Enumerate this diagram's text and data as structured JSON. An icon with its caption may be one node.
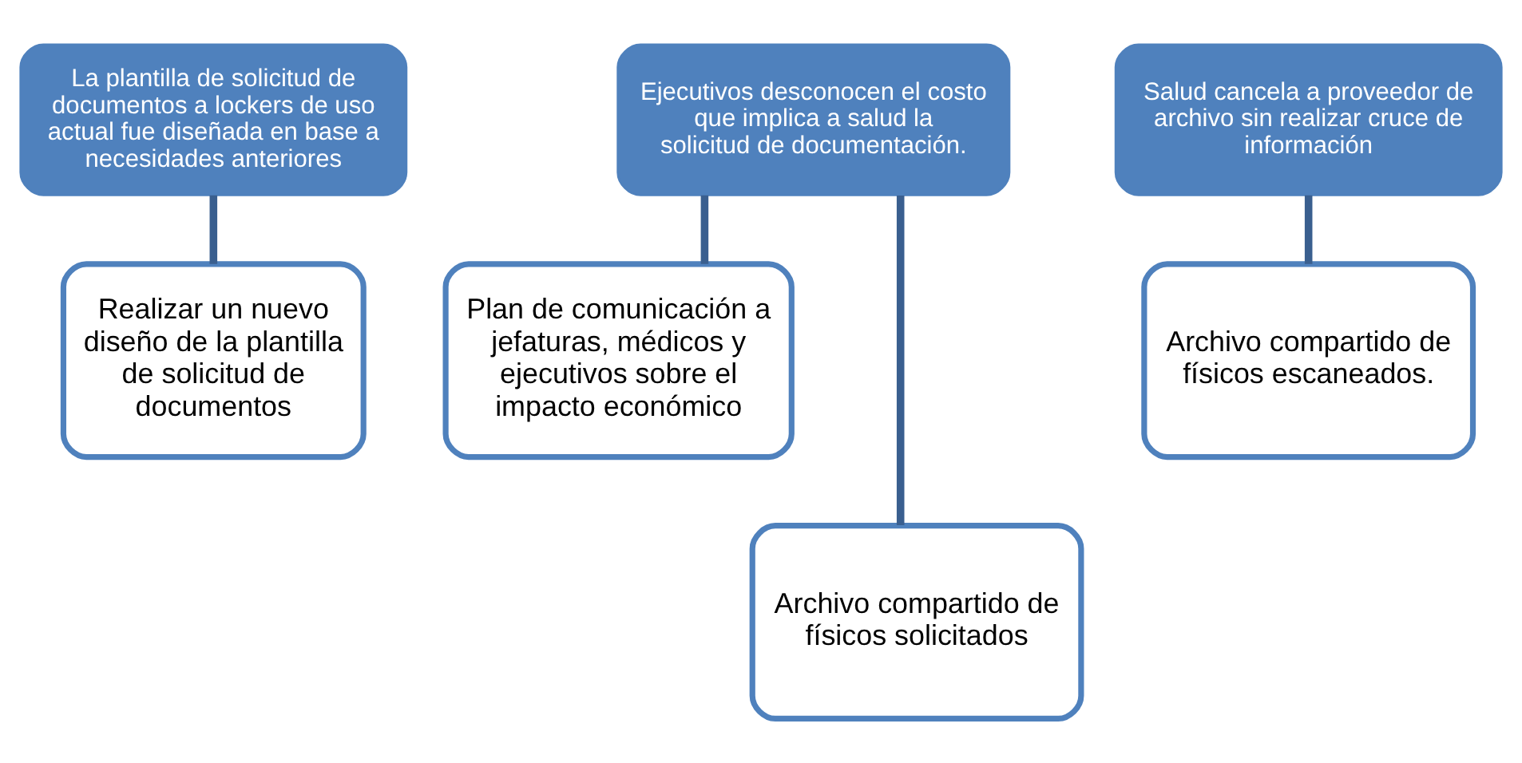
{
  "diagram": {
    "nodes": [
      {
        "text": [
          "La plantilla de solicitud de documentos a lockers de uso actual fue diseñada en base a necesidades anteriores"
        ]
      },
      {
        "text": [
          "Realizar un nuevo diseño de la plantilla de solicitud de documentos"
        ]
      },
      {
        "text": [
          "Ejecutivos desconocen el costo que implica a salud la solicitud de documentación."
        ]
      },
      {
        "text": [
          "Plan de comunicación a jefaturas, médicos y ejecutivos sobre el impacto económico"
        ]
      },
      {
        "text": [
          "Archivo compartido de físicos solicitados"
        ]
      },
      {
        "text": [
          "Salud cancela a proveedor de archivo sin realizar cruce de información"
        ]
      },
      {
        "text": [
          "Archivo compartido de físicos escaneados."
        ]
      }
    ],
    "edges": [
      {
        "from": 0,
        "to": 1,
        "arrow": "none"
      },
      {
        "from": 2,
        "to": 3,
        "arrow": "none"
      },
      {
        "from": 2,
        "to": 4,
        "arrow": "none"
      },
      {
        "from": 5,
        "to": 6,
        "arrow": "none"
      }
    ]
  }
}
